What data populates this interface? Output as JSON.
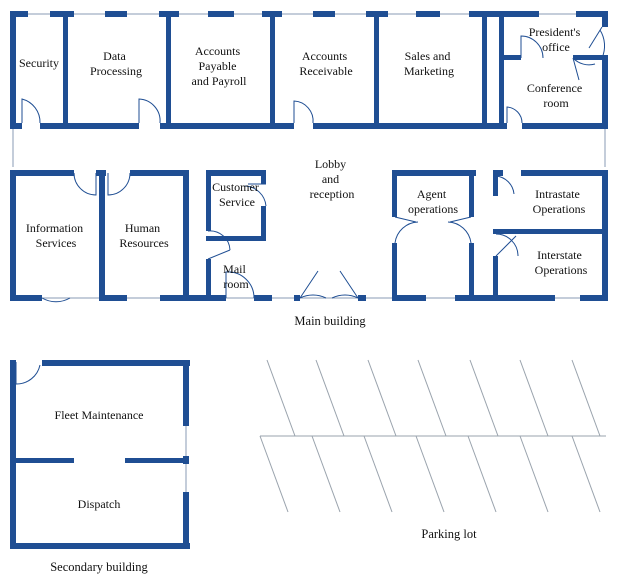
{
  "main_building": {
    "caption": "Main building",
    "rooms": {
      "security": [
        "Security"
      ],
      "data_processing": [
        "Data",
        "Processing"
      ],
      "accounts_payable": [
        "Accounts",
        "Payable",
        "and Payroll"
      ],
      "accounts_receivable": [
        "Accounts",
        "Receivable"
      ],
      "sales_marketing": [
        "Sales and",
        "Marketing"
      ],
      "presidents_office": [
        "President's",
        "office"
      ],
      "conference_room": [
        "Conference",
        "room"
      ],
      "lobby": [
        "Lobby",
        "and",
        "reception"
      ],
      "information_services": [
        "Information",
        "Services"
      ],
      "human_resources": [
        "Human",
        "Resources"
      ],
      "customer_service": [
        "Customer",
        "Service"
      ],
      "mail_room": [
        "Mail",
        "room"
      ],
      "agent_operations": [
        "Agent",
        "operations"
      ],
      "intrastate_operations": [
        "Intrastate",
        "Operations"
      ],
      "interstate_operations": [
        "Interstate",
        "Operations"
      ]
    }
  },
  "secondary_building": {
    "caption": "Secondary building",
    "rooms": {
      "fleet_maintenance": [
        "Fleet Maintenance"
      ],
      "dispatch": [
        "Dispatch"
      ]
    }
  },
  "parking_lot": {
    "caption": "Parking lot"
  },
  "colors": {
    "wall": "#1f4e93",
    "background": "#ffffff",
    "text": "#111111"
  }
}
